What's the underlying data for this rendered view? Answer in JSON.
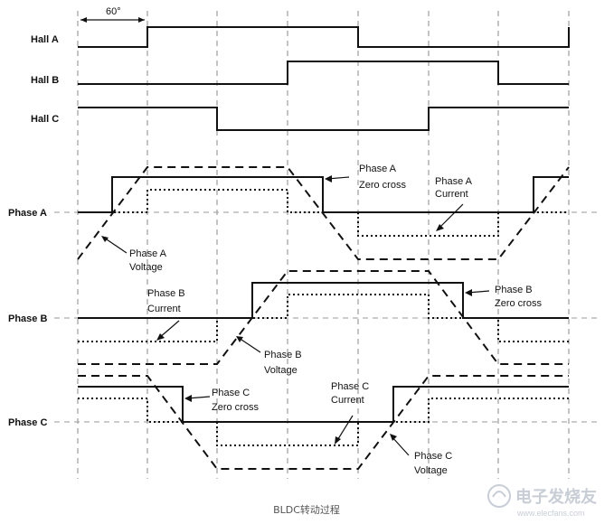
{
  "angle_label": "60°",
  "signals": {
    "hall_a": "Hall A",
    "hall_b": "Hall B",
    "hall_c": "Hall C",
    "phase_a": "Phase A",
    "phase_b": "Phase B",
    "phase_c": "Phase C"
  },
  "annotations": {
    "phase_a_zero_cross": [
      "Phase A",
      "Zero cross"
    ],
    "phase_a_current": [
      "Phase A",
      "Current"
    ],
    "phase_a_voltage": [
      "Phase A",
      "Voltage"
    ],
    "phase_b_current": [
      "Phase B",
      "Current"
    ],
    "phase_b_zero_cross": [
      "Phase B",
      "Zero cross"
    ],
    "phase_b_voltage": [
      "Phase B",
      "Voltage"
    ],
    "phase_c_zero_cross": [
      "Phase C",
      "Zero cross"
    ],
    "phase_c_current": [
      "Phase C",
      "Current"
    ],
    "phase_c_voltage": [
      "Phase C",
      "Voltage"
    ]
  },
  "caption": "BLDC转动过程",
  "watermark": {
    "main": "电子发烧友",
    "sub": "www.elecfans.com"
  }
}
